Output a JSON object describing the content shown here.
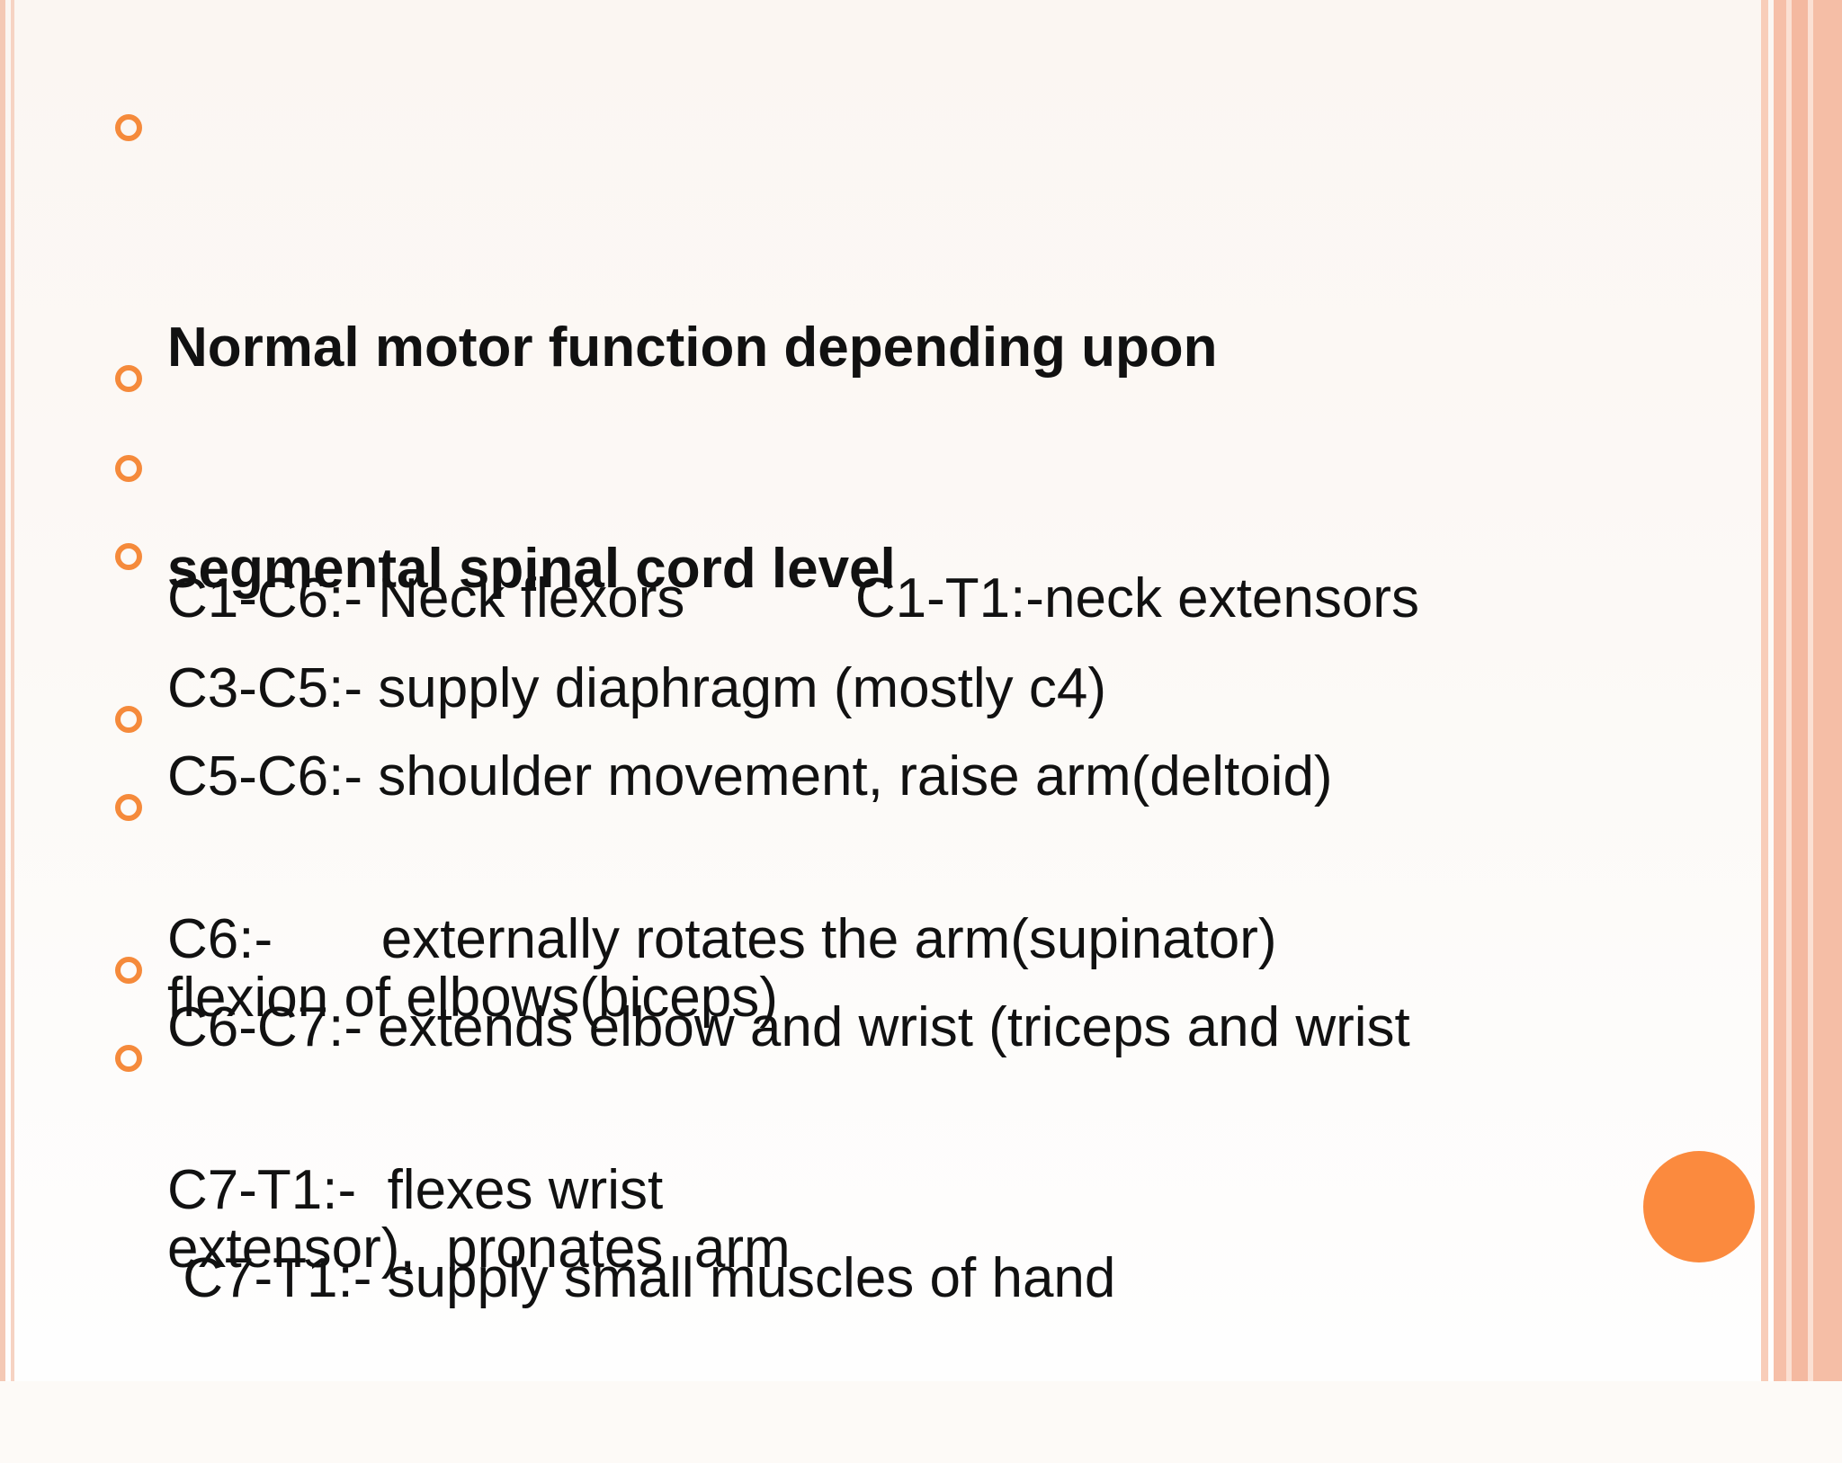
{
  "slide": {
    "heading": {
      "line1": "Normal motor function depending upon",
      "line2": "segmental spinal cord level"
    },
    "items": [
      {
        "line1": "C1-C6:- Neck flexors           C1-T1:-neck extensors"
      },
      {
        "line1": "C3-C5:- supply diaphragm (mostly c4)"
      },
      {
        "line1": "C5-C6:- shoulder movement, raise arm(deltoid)",
        "line2": "flexion of elbows(biceps)"
      },
      {
        "line1": "C6:-       externally rotates the arm(supinator)"
      },
      {
        "line1": "C6-C7:- extends elbow and wrist (triceps and wrist",
        "line2": "extensor),  pronates  arm"
      },
      {
        "line1": "C7-T1:-  flexes wrist"
      },
      {
        "line1": " C7-T1:- supply small muscles of hand"
      }
    ]
  },
  "colors": {
    "bullet": "#f58a3b",
    "accent_dot": "#fb8a3e",
    "stripe": "#f5bea6",
    "text": "#111111"
  }
}
